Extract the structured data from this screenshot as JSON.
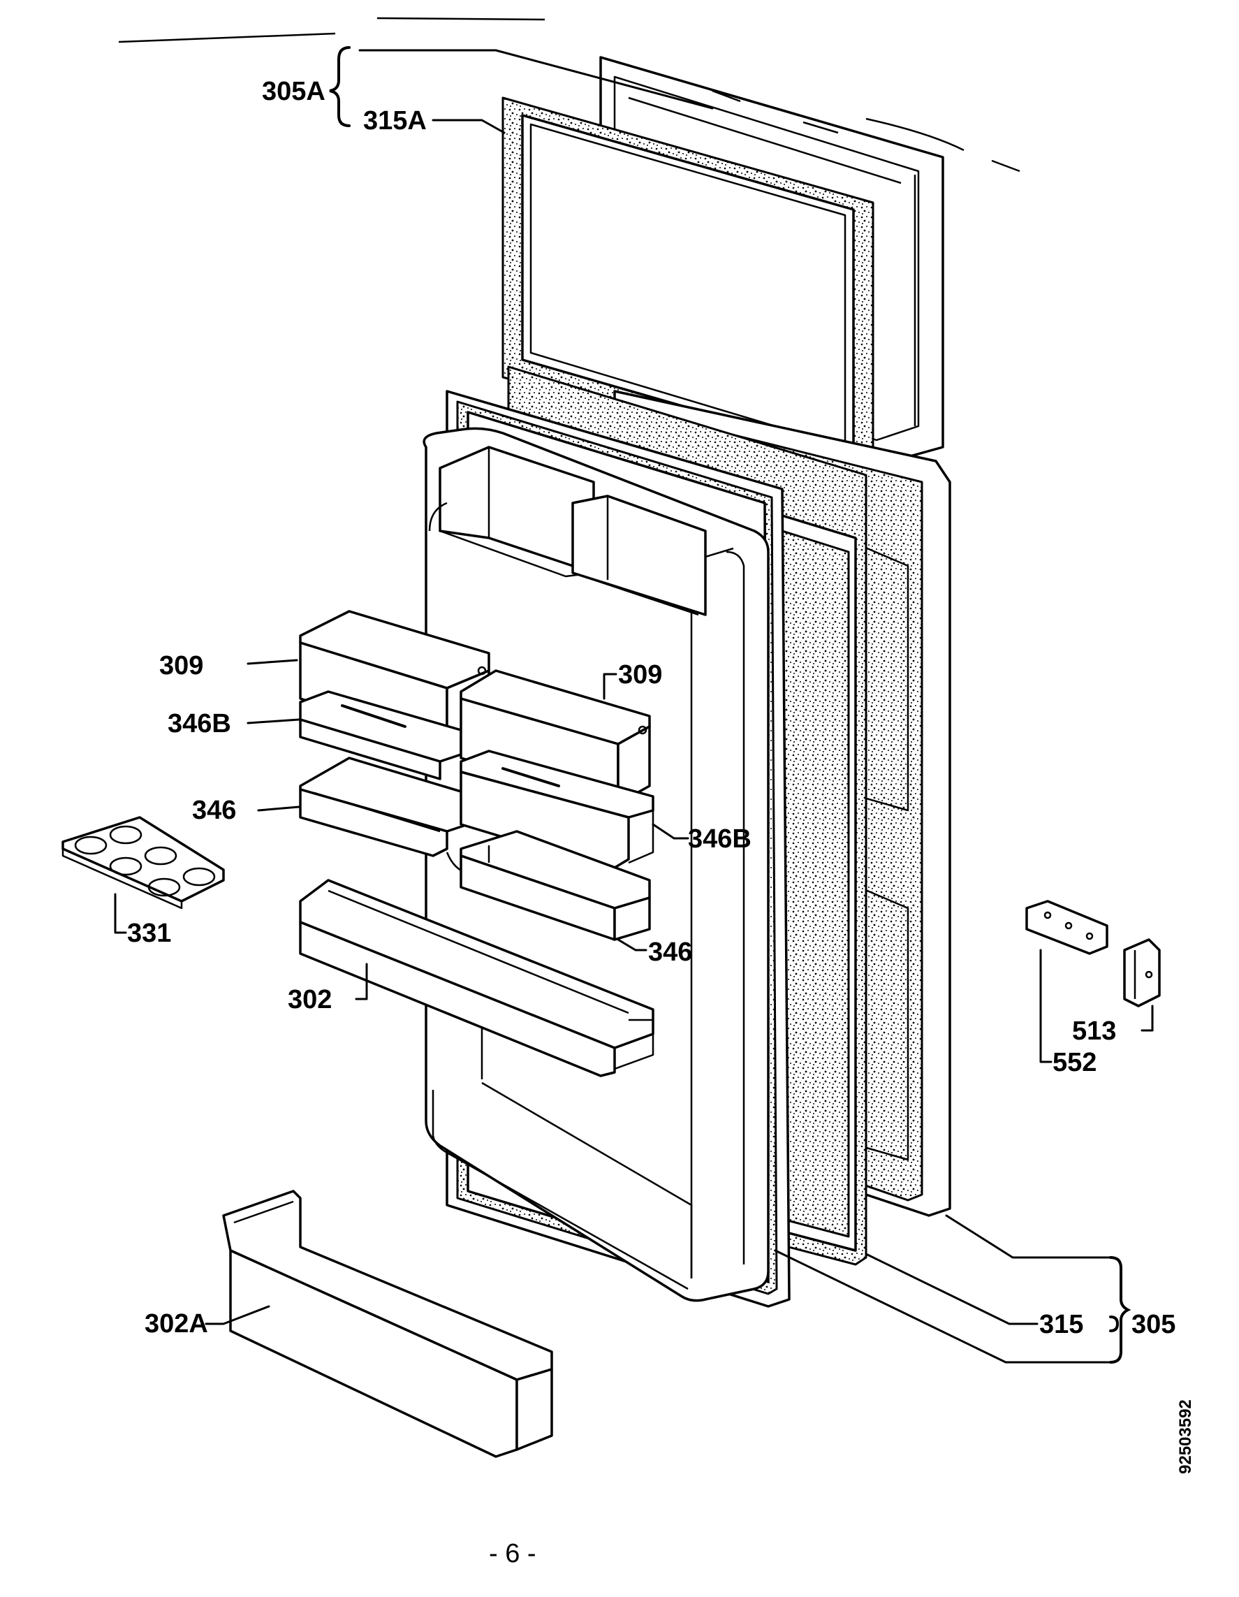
{
  "labels": {
    "l305a": "305A",
    "l315a": "315A",
    "l309a": "309",
    "l309b": "309",
    "l346b_left": "346B",
    "l346b_right": "346B",
    "l346_left": "346",
    "l346_right": "346",
    "l331": "331",
    "l302": "302",
    "l302a": "302A",
    "l513": "513",
    "l552": "552",
    "l315": "315",
    "l305": "305"
  },
  "drawing_number": "92503592",
  "page_number": "- 6 -"
}
